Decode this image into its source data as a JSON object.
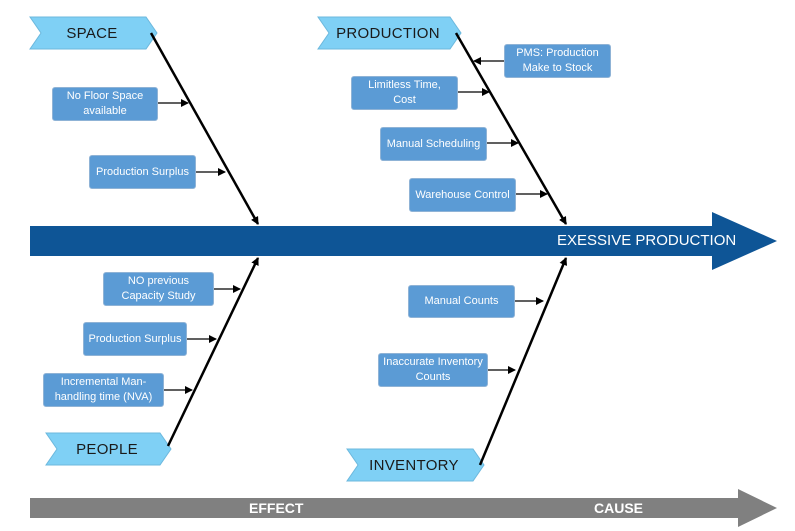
{
  "effect": "EXESSIVE PRODUCTION",
  "categories": {
    "space": "SPACE",
    "production": "PRODUCTION",
    "people": "PEOPLE",
    "inventory": "INVENTORY"
  },
  "causes": {
    "space": [
      "No Floor Space available",
      "Production Surplus"
    ],
    "production": [
      "PMS: Production Make to Stock",
      "Limitless Time, Cost",
      "Manual Scheduling",
      "Warehouse Control"
    ],
    "people": [
      "NO previous Capacity Study",
      "Production Surplus",
      "Incremental Man-handling time (NVA)"
    ],
    "inventory": [
      "Manual Counts",
      "Inaccurate Inventory Counts"
    ]
  },
  "axis": {
    "left": "EFFECT",
    "right": "CAUSE"
  },
  "colors": {
    "spine": "#0e5596",
    "box": "#5b9bd5",
    "category": "#7fd0f5",
    "axis": "#808080"
  }
}
